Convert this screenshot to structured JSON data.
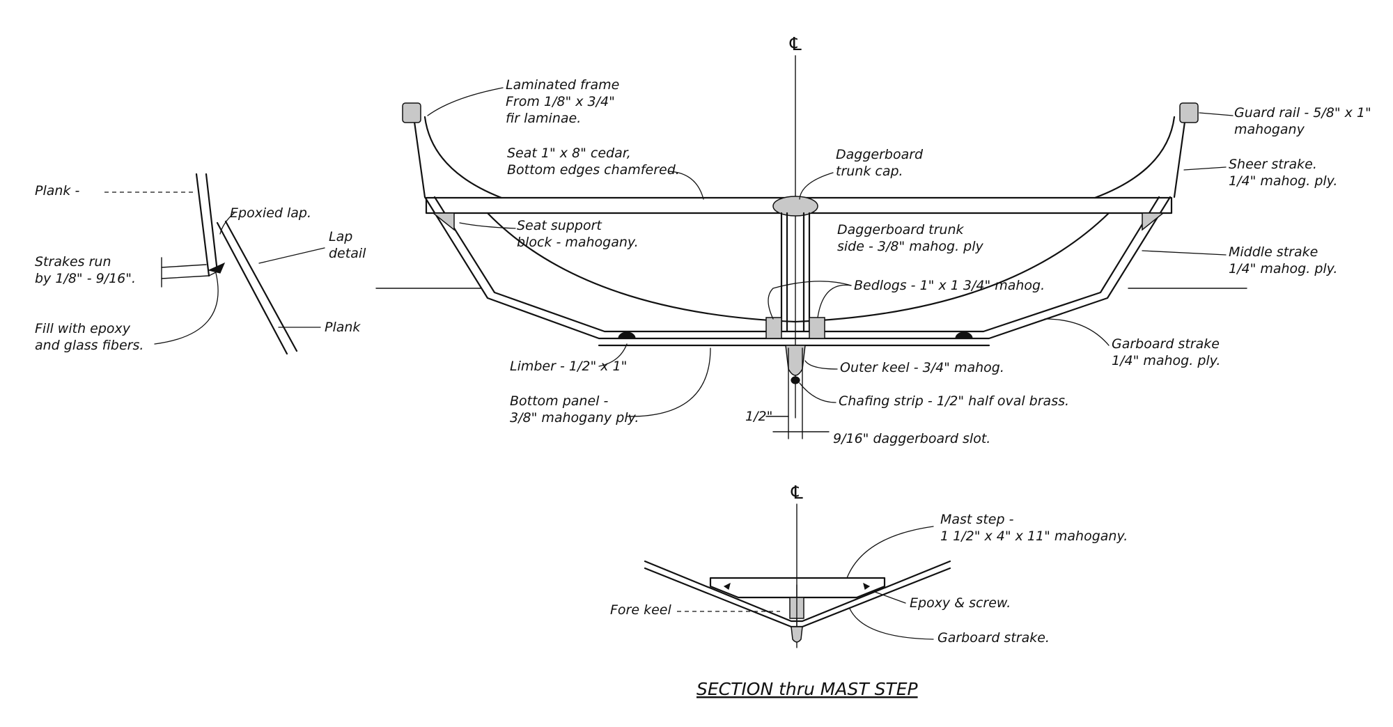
{
  "diagram": {
    "centerline_symbol": "℄",
    "main_section": {
      "labels": {
        "laminated_frame": [
          "Laminated frame",
          "From 1/8\" x 3/4\"",
          "fir laminae."
        ],
        "seat": [
          "Seat 1\" x 8\" cedar,",
          "Bottom edges chamfered."
        ],
        "daggerboard_cap": [
          "Daggerboard",
          "trunk cap."
        ],
        "guard_rail": [
          "Guard rail - 5/8\" x 1\"",
          "mahogany"
        ],
        "sheer_strake": [
          "Sheer strake.",
          "1/4\" mahog. ply."
        ],
        "seat_support": [
          "Seat support",
          "block - mahogany."
        ],
        "trunk_side": [
          "Daggerboard trunk",
          "side - 3/8\" mahog. ply"
        ],
        "middle_strake": [
          "Middle strake",
          "1/4\" mahog. ply."
        ],
        "bedlogs": "Bedlogs - 1\" x 1 3/4\" mahog.",
        "garboard_strake": [
          "Garboard strake",
          "1/4\" mahog. ply."
        ],
        "limber": "Limber - 1/2\" x 1\"",
        "outer_keel": "Outer keel - 3/4\" mahog.",
        "chafing_strip": "Chafing strip - 1/2\" half oval brass.",
        "bottom_panel": [
          "Bottom panel -",
          "3/8\" mahogany ply."
        ],
        "dim_half": "1/2\"",
        "dim_slot": "9/16\" daggerboard slot."
      }
    },
    "lap_detail": {
      "labels": {
        "plank_top": "Plank -",
        "epoxied_lap": "Epoxied lap.",
        "lap_detail": [
          "Lap",
          "detail"
        ],
        "strakes_run": [
          "Strakes run",
          "by 1/8\" - 9/16\"."
        ],
        "fill_epoxy": [
          "Fill with epoxy",
          "and glass fibers."
        ],
        "plank_bottom": "Plank"
      }
    },
    "mast_step_section": {
      "title": "SECTION thru MAST STEP",
      "labels": {
        "mast_step": [
          "Mast step -",
          "1 1/2\" x 4\" x 11\" mahogany."
        ],
        "fore_keel": "Fore keel",
        "epoxy_screw": "Epoxy & screw.",
        "garboard_strake": "Garboard strake."
      }
    }
  }
}
